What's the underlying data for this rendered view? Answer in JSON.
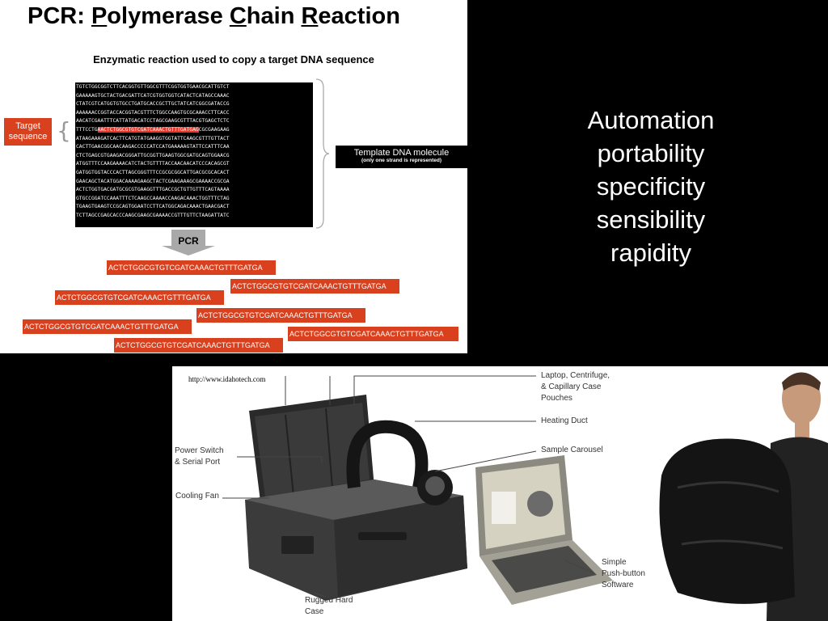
{
  "pcr": {
    "title_letter_p": "P",
    "title_prefix": "PCR: ",
    "title_rest_p": "olymerase ",
    "title_letter_c": "C",
    "title_rest_c": "hain ",
    "title_letter_r": "R",
    "title_rest_r": "eaction",
    "subtitle": "Enzymatic reaction used to copy a target DNA sequence",
    "sequence_lines": [
      "TGTCTGGCGGTCTTCACGGTGTTGGCGTTTCGGTGGTGAACGCATTGTCT",
      "GAAAAAGTGCTACTGACGATTCATCGTGGTGGTCATACTCATAGCCAAAC",
      "CTATCGTCATGGTGTGCCTGATGCACCGCTTGCTATCATCGGCGATACCG",
      "AAAAAACCGGTACCACGGTACGTTTCTGGCCAAGTGCGCAAACCTTCACC",
      "AACATCGAATTTCATTATGACATCCTAGCGAAGCGTTTACGTGAGCTCTC"
    ],
    "highlight_line": {
      "prefix": "TTTCCTG",
      "target": "AACTCTGGCGTGTCGATCAAACTGTTTGATGAG",
      "suffix": "CGCGAAGAAG"
    },
    "sequence_lines_after": [
      "ATAAGAAAGATCACTTCATGTATGAAGGTGGTATTCAAGCGTTTGTTACT",
      "CACTTGAACGGCAACAAGACCCCCATCCATGAAAAAGTATTCCATTTCAA",
      "CTCTGAGCGTGAAGACGGGATTGCGGTTGAAGTGGCGATGCAGTGGAACG",
      "ATGGTTTCCAAGAAAACATCTACTGTTTTACCAACAACATCCCACAGCGT",
      "GATGGTGGTACCCACTTAGCGGGTTTCCGCGCGGCATTGACGCGCACACT",
      "GAACAGCTACATGGACAAAAGAAGCTACTCGAAGAAAGCGAAAACCGCGA",
      "ACTCTGGTGACGATGCGCGTGAAGGTTTGACCGCTGTTGTTTCAGTAAAA",
      "GTGCCGGATCCAAATTTCTCAAGCCAAAACCAAGACAAACTGGTTTCTAG",
      "TGAAGTGAAGTCCGCAGTGGAATCCTTCATGGCAGACAAACTGAACGACT",
      "TCTTAGCCGAGCACCCAAGCGAAGCGAAAACCGTTTGTTCTAAGATTATC"
    ],
    "target_label_line1": "Target",
    "target_label_line2": "sequence",
    "template_title": "Template DNA molecule",
    "template_note": "(only one strand is represented)",
    "arrow_label": "PCR",
    "amplicon_text": "ACTCTGGCGTGTCGATCAAACTGTTTGATGA",
    "colors": {
      "accent_orange": "#d9411e",
      "highlight_red": "#e4362a"
    }
  },
  "features": [
    "Automation",
    "portability",
    "specificity",
    "sensibility",
    "rapidity"
  ],
  "device": {
    "url": "http://www.idahotech.com",
    "callouts": {
      "laptop": [
        "Laptop, Centrifuge,",
        "& Capillary Case",
        "Pouches"
      ],
      "heating": [
        "Heating Duct"
      ],
      "carousel": [
        "Sample Carousel"
      ],
      "power": [
        "Power Switch",
        "& Serial Port"
      ],
      "fan": [
        "Cooling Fan"
      ],
      "software": [
        "Simple",
        "Push-button",
        "Software"
      ],
      "case": [
        "Rugged Hard",
        "Case"
      ]
    }
  }
}
